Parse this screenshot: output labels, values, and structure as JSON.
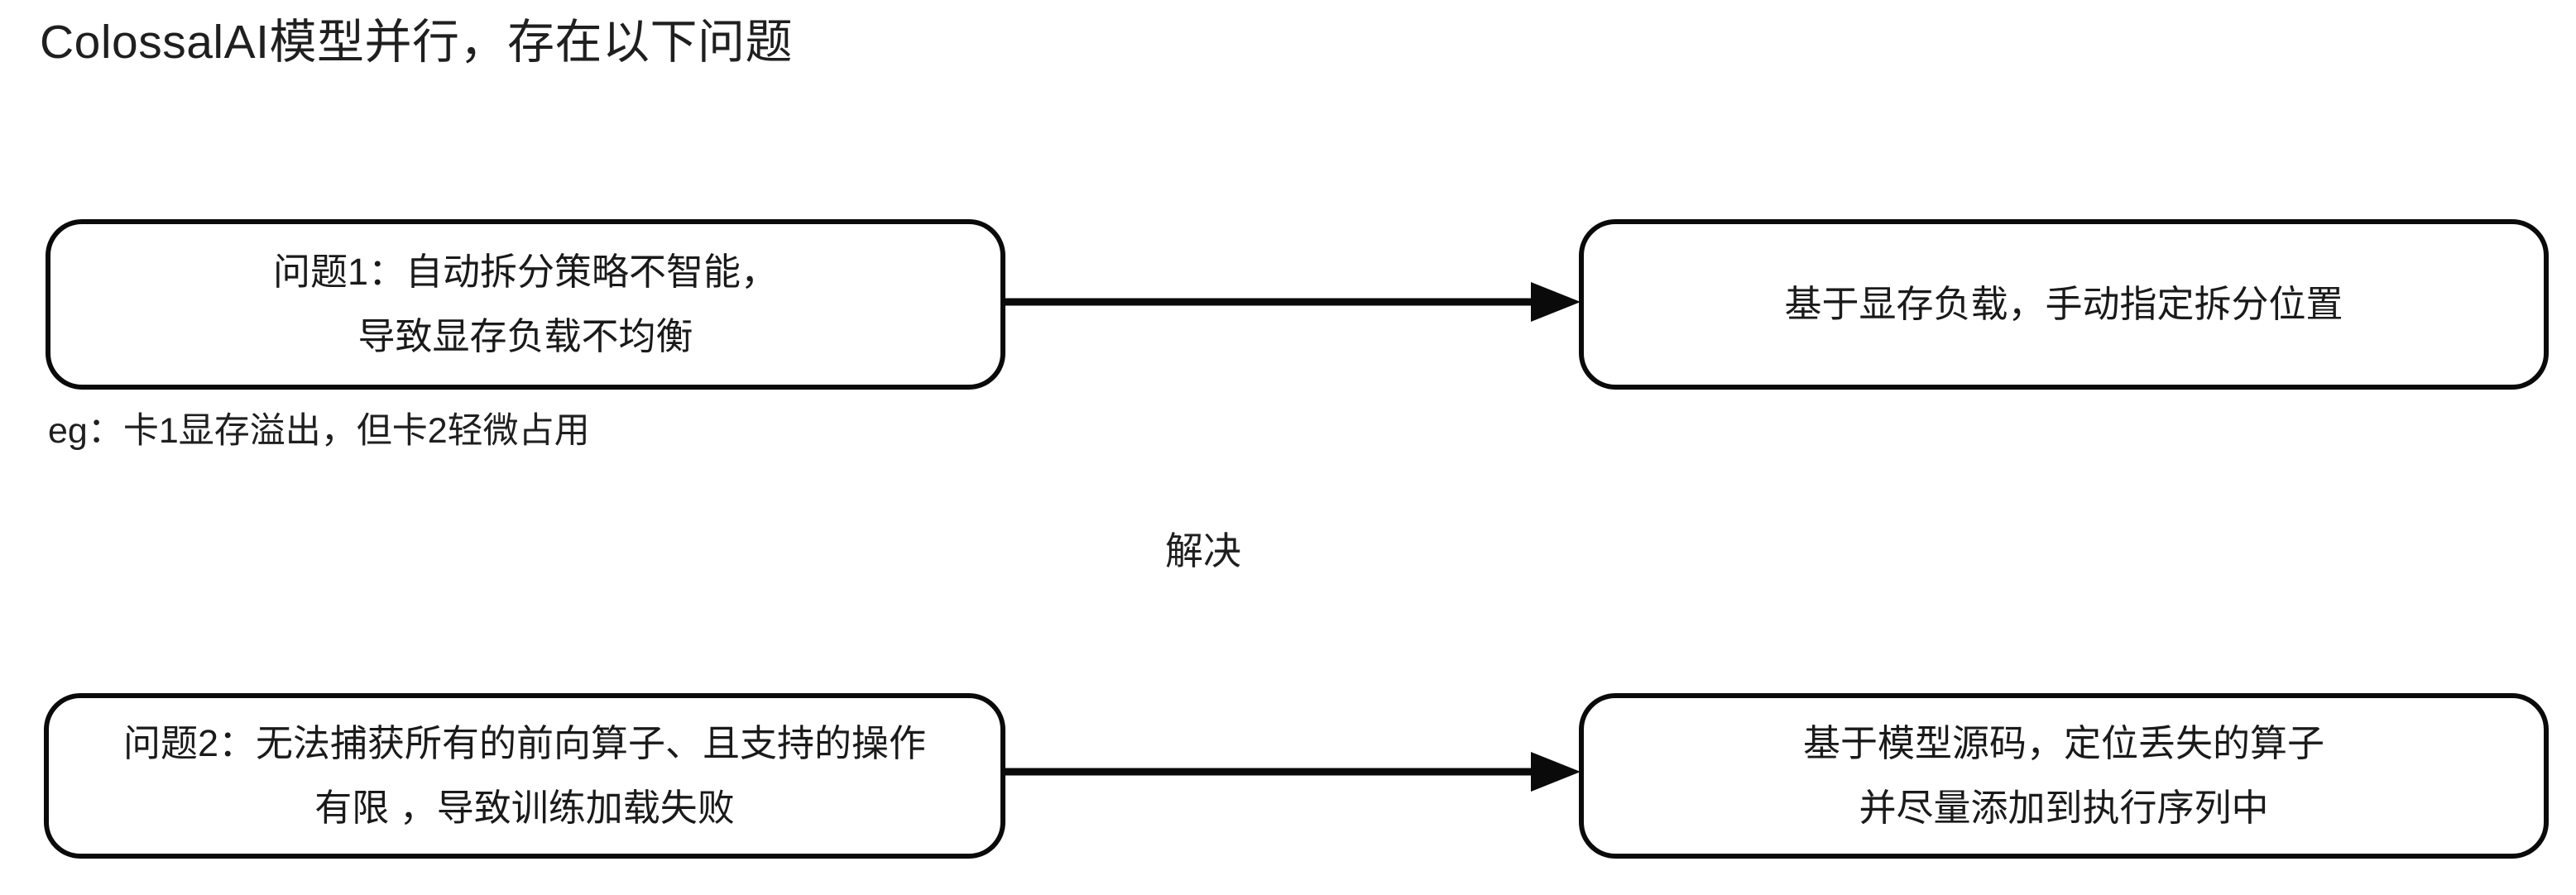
{
  "page": {
    "title": "ColossalAI模型并行，存在以下问题",
    "background_color": "#ffffff",
    "stroke_color": "#0a0a0a",
    "text_color": "#1a1a1a"
  },
  "diagram": {
    "middle_label": "解决",
    "annotations": [
      {
        "id": "eg-note",
        "text": "eg：卡1显存溢出，但卡2轻微占用"
      }
    ],
    "rows": [
      {
        "id": "row-1",
        "problem": {
          "id": "node-problem-1",
          "lines": [
            "问题1：自动拆分策略不智能，",
            "导致显存负载不均衡"
          ]
        },
        "arrow": {
          "id": "arrow-1",
          "direction": "right",
          "head": "solid-triangle"
        },
        "solution": {
          "id": "node-solution-1",
          "lines": [
            "基于显存负载，手动指定拆分位置"
          ]
        }
      },
      {
        "id": "row-2",
        "problem": {
          "id": "node-problem-2",
          "lines": [
            "问题2：无法捕获所有的前向算子、且支持的操作",
            "有限 ，导致训练加载失败"
          ]
        },
        "arrow": {
          "id": "arrow-2",
          "direction": "right",
          "head": "solid-triangle"
        },
        "solution": {
          "id": "node-solution-2",
          "lines": [
            "基于模型源码，定位丢失的算子",
            "并尽量添加到执行序列中"
          ]
        }
      }
    ]
  }
}
